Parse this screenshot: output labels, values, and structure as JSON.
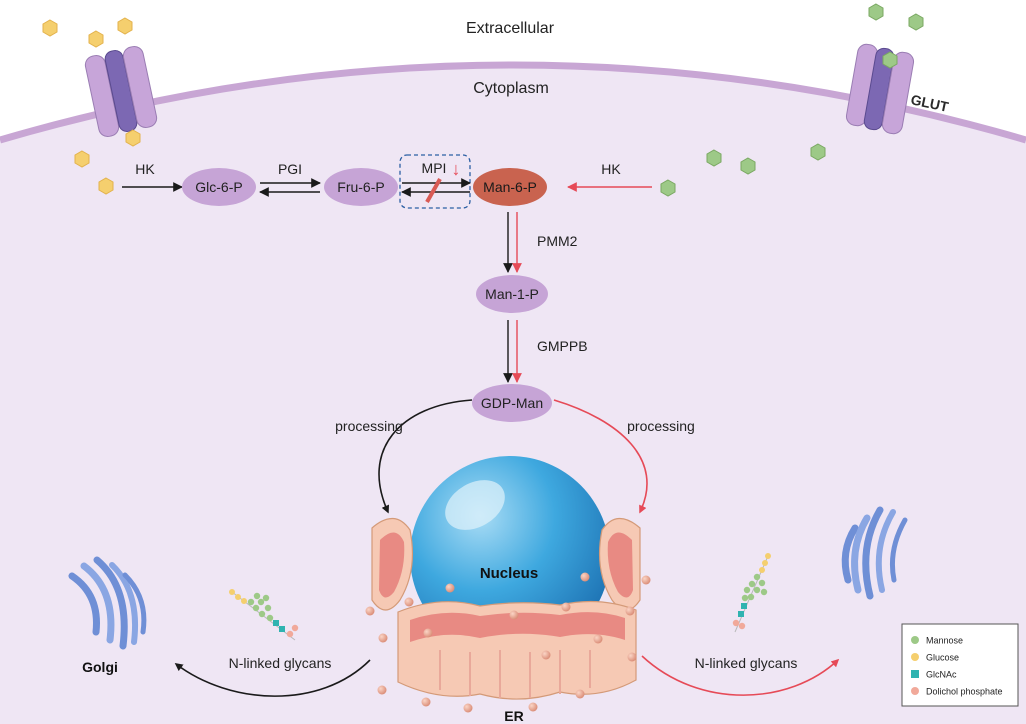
{
  "regions": {
    "extracellular": "Extracellular",
    "cytoplasm": "Cytoplasm",
    "transporter": "GLUT"
  },
  "metabolites": {
    "glc6p": "Glc-6-P",
    "fru6p": "Fru-6-P",
    "man6p": "Man-6-P",
    "man1p": "Man-1-P",
    "gdpman": "GDP-Man"
  },
  "enzymes": {
    "hk_left": "HK",
    "pgi": "PGI",
    "mpi": "MPI",
    "mpi_change": "↓",
    "hk_right": "HK",
    "pmm2": "PMM2",
    "gmppb": "GMPPB"
  },
  "processes": {
    "processing_left": "processing",
    "processing_right": "processing",
    "glycans_left": "N-linked glycans",
    "glycans_right": "N-linked glycans"
  },
  "organelles": {
    "nucleus": "Nucleus",
    "er": "ER",
    "golgi": "Golgi"
  },
  "legend": [
    {
      "label": "Mannose",
      "color": "#9dc987",
      "shape": "circle"
    },
    {
      "label": "Glucose",
      "color": "#f5cf6e",
      "shape": "circle"
    },
    {
      "label": "GlcNAc",
      "color": "#2fb3b0",
      "shape": "square"
    },
    {
      "label": "Dolichol phosphate",
      "color": "#f1a99a",
      "shape": "circle"
    }
  ],
  "colors": {
    "membrane": "#c8a6d4",
    "cytoplasm_fill": "#efe6f4",
    "metabolite_node": "#c6a4d6",
    "man6p_node": "#c9634f",
    "red_pathway": "#e64a57",
    "black_pathway": "#1a1a1a",
    "glucose": "#f5cf6e",
    "mannose": "#9dc987",
    "nucleus": "#3aa6dd",
    "er_fill": "#f6c9b4",
    "er_inner": "#e88a83",
    "golgi": "#6f8fd6"
  }
}
